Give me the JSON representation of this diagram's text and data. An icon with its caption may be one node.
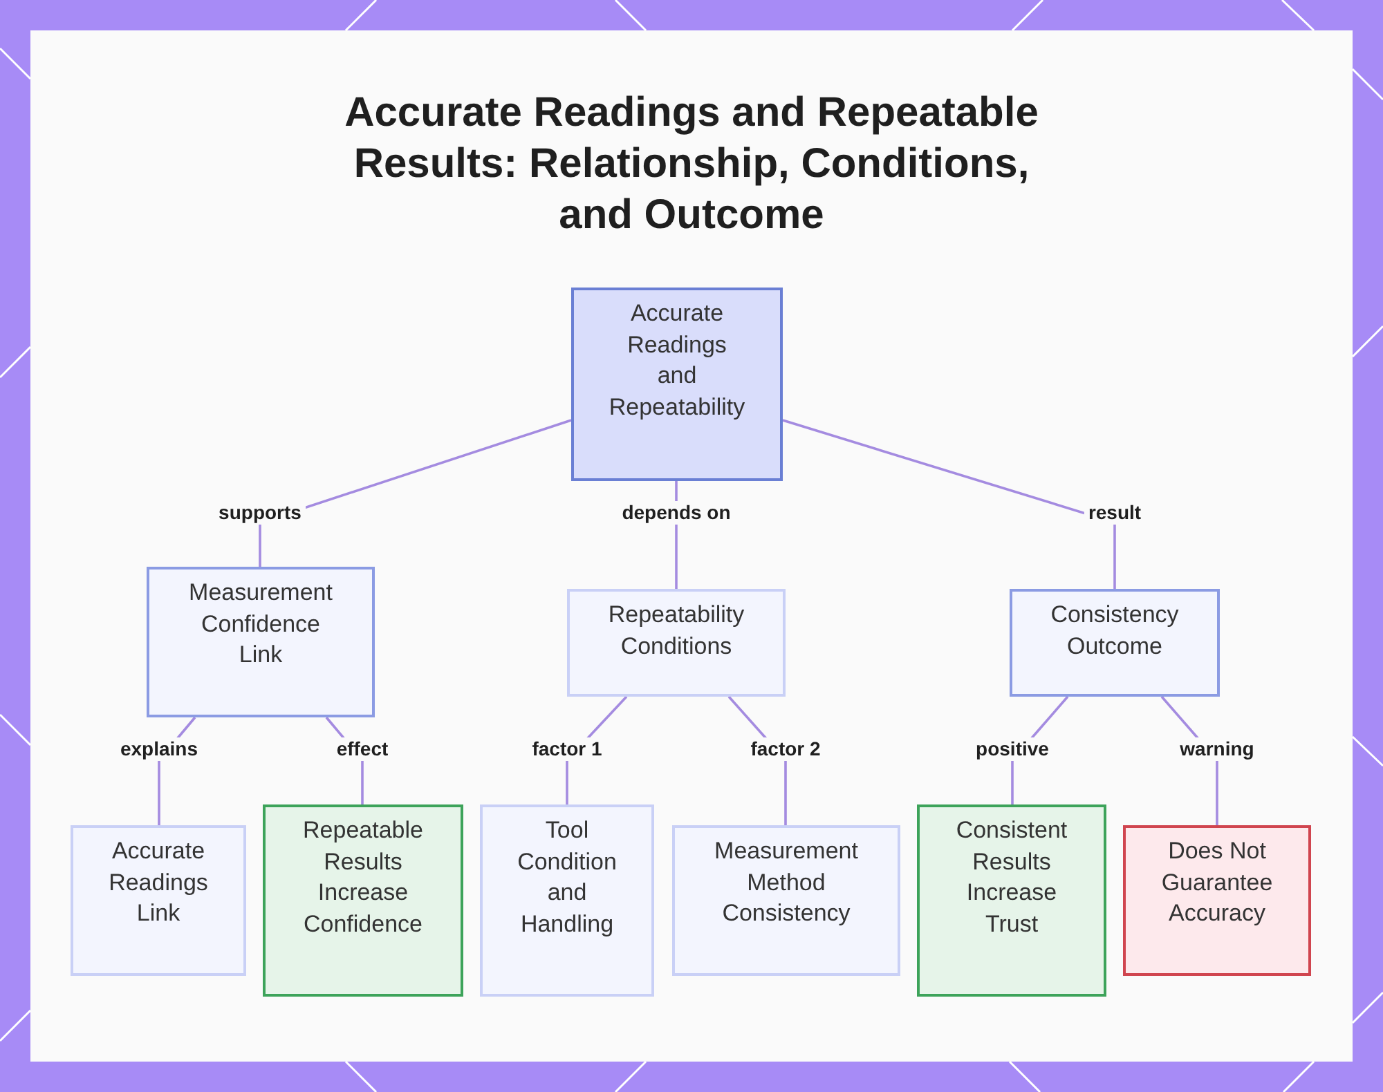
{
  "diagram": {
    "title": "Accurate Readings and Repeatable Results: Relationship, Conditions, and Outcome",
    "nodes": [
      {
        "text": [
          "Accurate Readings and Repeatability"
        ]
      },
      {
        "text": [
          "Measurement Confidence Link"
        ]
      },
      {
        "text": [
          "Repeatability Conditions"
        ]
      },
      {
        "text": [
          "Consistency Outcome"
        ]
      },
      {
        "text": [
          "Accurate Readings Link"
        ]
      },
      {
        "text": [
          "Repeatable Results Increase Confidence"
        ]
      },
      {
        "text": [
          "Tool Condition and Handling"
        ]
      },
      {
        "text": [
          "Measurement Method Consistency"
        ]
      },
      {
        "text": [
          "Consistent Results Increase Trust"
        ]
      },
      {
        "text": [
          "Does Not Guarantee Accuracy"
        ]
      }
    ],
    "edges": [
      {
        "from": 0,
        "to": 1,
        "arrow": "none",
        "label": "supports"
      },
      {
        "from": 0,
        "to": 2,
        "arrow": "none",
        "label": "depends on"
      },
      {
        "from": 0,
        "to": 3,
        "arrow": "none",
        "label": "result"
      },
      {
        "from": 1,
        "to": 4,
        "arrow": "none",
        "label": "explains"
      },
      {
        "from": 1,
        "to": 5,
        "arrow": "none",
        "label": "effect"
      },
      {
        "from": 2,
        "to": 6,
        "arrow": "none",
        "label": "factor 1"
      },
      {
        "from": 2,
        "to": 7,
        "arrow": "none",
        "label": "factor 2"
      },
      {
        "from": 3,
        "to": 8,
        "arrow": "none",
        "label": "positive"
      },
      {
        "from": 3,
        "to": 9,
        "arrow": "none",
        "label": "warning"
      }
    ]
  }
}
